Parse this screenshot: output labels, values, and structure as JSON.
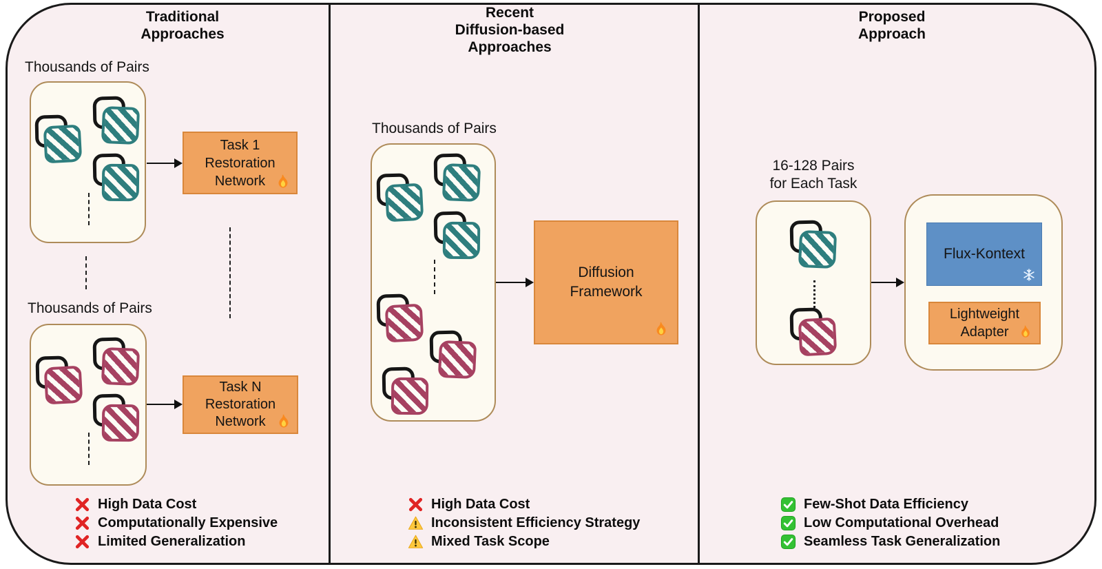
{
  "figure": {
    "type": "three-panel comparison diagram"
  },
  "colors": {
    "panel-bg": "#F9EFF1",
    "frame": "#1A1A1A",
    "cream": "#FDFAF1",
    "tan": "#AE8B59",
    "orange": "#F0A35F",
    "orange-border": "#D9873B",
    "blue": "#5E90C6",
    "teal": "#2E7E7E",
    "maroon": "#A64161",
    "cross-red": "#E02424",
    "warn-yellow": "#FFC83D",
    "check-green": "#33C133"
  },
  "panels": [
    {
      "id": "traditional",
      "title_lines": [
        "Traditional",
        "Approaches"
      ],
      "groups": [
        {
          "label": "Thousands of Pairs",
          "pair_color": "teal",
          "box_lines": [
            "Task 1",
            "Restoration",
            "Network"
          ],
          "box_icon": "fire-icon"
        },
        {
          "label": "Thousands of Pairs",
          "pair_color": "maroon",
          "box_lines": [
            "Task N",
            "Restoration",
            "Network"
          ],
          "box_icon": "fire-icon"
        }
      ],
      "bullets": [
        {
          "icon": "cross-icon",
          "text": "High Data Cost"
        },
        {
          "icon": "cross-icon",
          "text": "Computationally Expensive"
        },
        {
          "icon": "cross-icon",
          "text": "Limited Generalization"
        }
      ]
    },
    {
      "id": "recent-diffusion",
      "title_lines": [
        "Recent",
        "Diffusion-based",
        "Approaches"
      ],
      "label": "Thousands of Pairs",
      "box_lines": [
        "Diffusion",
        "Framework"
      ],
      "box_icon": "fire-icon",
      "bullets": [
        {
          "icon": "cross-icon",
          "text": "High Data Cost"
        },
        {
          "icon": "warning-icon",
          "text": "Inconsistent Efficiency Strategy"
        },
        {
          "icon": "warning-icon",
          "text": "Mixed Task Scope"
        }
      ]
    },
    {
      "id": "proposed",
      "title_lines": [
        "Proposed",
        "Approach"
      ],
      "label_lines": [
        "16-128 Pairs",
        "for Each Task"
      ],
      "flux_label": "Flux-Kontext",
      "flux_icon": "snowflake-icon",
      "adapter_lines": [
        "Lightweight",
        "Adapter"
      ],
      "adapter_icon": "fire-icon",
      "bullets": [
        {
          "icon": "check-icon",
          "text": "Few-Shot Data Efficiency"
        },
        {
          "icon": "check-icon",
          "text": "Low Computational Overhead"
        },
        {
          "icon": "check-icon",
          "text": "Seamless Task Generalization"
        }
      ]
    }
  ]
}
